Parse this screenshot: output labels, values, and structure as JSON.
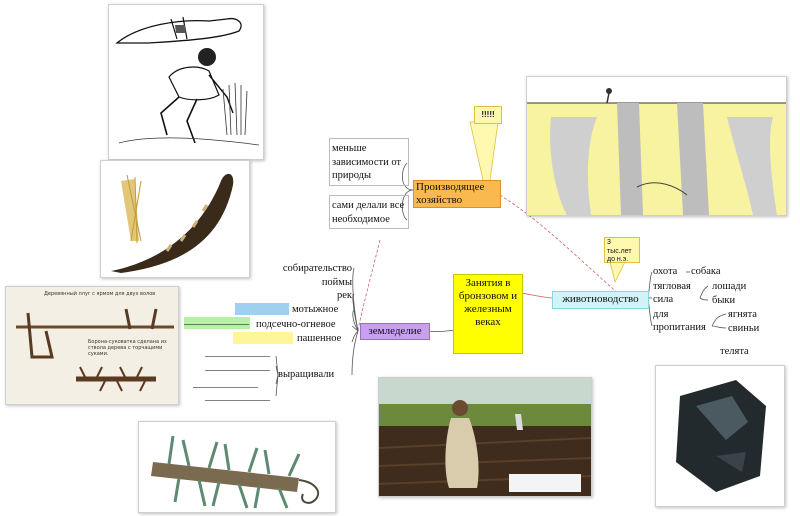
{
  "central": {
    "label": "Занятия в бронзовом и железным веках",
    "color": "#ffff00"
  },
  "branches": {
    "animal": {
      "label": "животноводство",
      "color": "#cff3f7"
    },
    "farming": {
      "label": "земледелие",
      "color": "#c9a0ef"
    },
    "productive": {
      "label": "Производящее хозяйство",
      "color": "#f9b94e"
    }
  },
  "callouts": {
    "exclaim": "!!!!!",
    "date": "3 тыс.лет до н.э."
  },
  "productive_notes": {
    "less": "меньше зависимости от природы",
    "self": "сами делали все необходимое"
  },
  "farming_items": {
    "gathering": "собирательство",
    "floodplains": "поймы",
    "rivers": "рек",
    "hoe": "мотыжное",
    "slash": "подсечно-огневое",
    "plough": "пашенное",
    "grew": "выращивали",
    "blank_line": "_____________"
  },
  "animal_items": {
    "hunting": "охота",
    "draft": "тягловая сила",
    "food": "для пропитания",
    "dog": "собака",
    "horses": "лошади",
    "bulls": "быки",
    "lambs": "ягнята",
    "pigs": "свиньи",
    "calves": "телята"
  },
  "image_text": {
    "plough_title": "Деревянный плуг с ярмом для двух волов",
    "harrow_text": "Борона-суковатка сделана из ствола дерева с торчащими суками."
  }
}
